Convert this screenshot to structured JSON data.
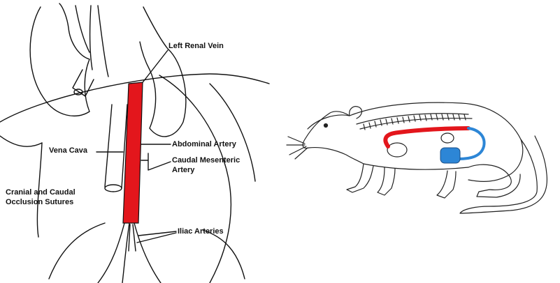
{
  "left_diagram": {
    "labels": {
      "left_renal_vein": "Left Renal Vein",
      "abdominal_artery": "Abdominal Artery",
      "vena_cava": "Vena Cava",
      "caudal_mesenteric_1": "Caudal Mesenteric",
      "caudal_mesenteric_2": "Artery",
      "occlusion_1": "Cranial and Caudal",
      "occlusion_2": "Occlusion Sutures",
      "iliac_arteries": "Iliac Arteries"
    }
  },
  "colors": {
    "artery": "#e3161c",
    "device": "#2d86d6",
    "line": "#111111"
  }
}
